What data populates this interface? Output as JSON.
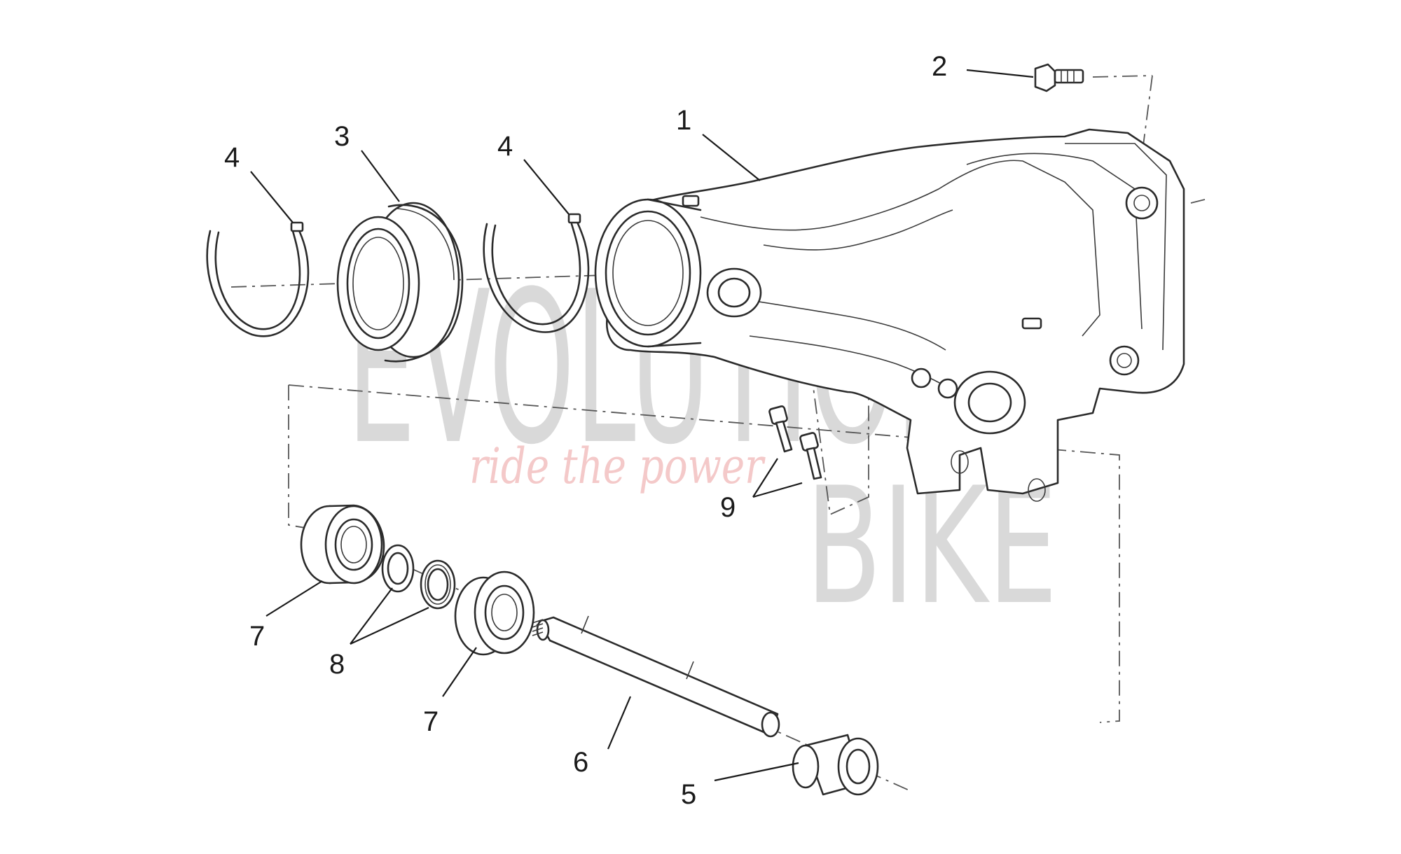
{
  "watermark": {
    "brand_main": "EVOLUTION",
    "brand_second": "BIKE",
    "tagline": "ride the power"
  },
  "callouts": {
    "c1": "1",
    "c2": "2",
    "c3": "3",
    "c4a": "4",
    "c4b": "4",
    "c5": "5",
    "c6": "6",
    "c7a": "7",
    "c7b": "7",
    "c8": "8",
    "c9": "9"
  },
  "colors": {
    "line": "#2b2b2b",
    "watermark_gray": "#d9d9d9",
    "watermark_red": "#f4c9c9"
  }
}
